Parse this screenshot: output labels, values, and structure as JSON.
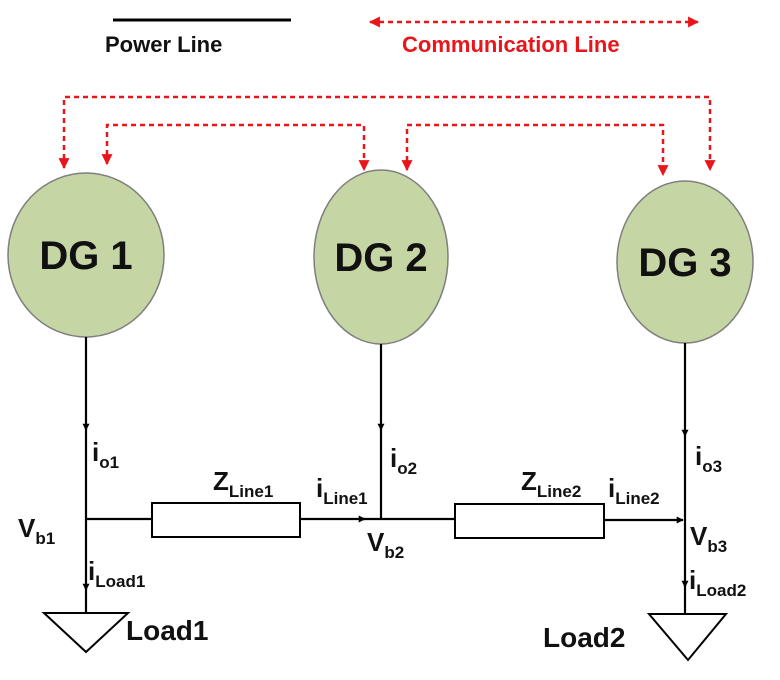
{
  "legend": {
    "power_line": "Power Line",
    "communication_line": "Communication Line"
  },
  "colors": {
    "power": "#000000",
    "communication": "#e8151b",
    "dg_fill": "#c5d5a3",
    "dg_stroke": "#7f7f7f"
  },
  "generators": [
    {
      "label": "DG 1"
    },
    {
      "label": "DG 2"
    },
    {
      "label": "DG 3"
    }
  ],
  "currents": {
    "io1": {
      "main": "i",
      "sub": "o1"
    },
    "io2": {
      "main": "i",
      "sub": "o2"
    },
    "io3": {
      "main": "i",
      "sub": "o3"
    },
    "iline1": {
      "main": "i",
      "sub": "Line1"
    },
    "iline2": {
      "main": "i",
      "sub": "Line2"
    },
    "iload1": {
      "main": "i",
      "sub": "Load1"
    },
    "iload2": {
      "main": "i",
      "sub": "Load2"
    }
  },
  "voltages": {
    "vb1": {
      "main": "V",
      "sub": "b1"
    },
    "vb2": {
      "main": "V",
      "sub": "b2"
    },
    "vb3": {
      "main": "V",
      "sub": "b3"
    }
  },
  "impedances": {
    "zline1": {
      "main": "Z",
      "sub": "Line1"
    },
    "zline2": {
      "main": "Z",
      "sub": "Line2"
    }
  },
  "loads": {
    "load1": "Load1",
    "load2": "Load2"
  }
}
